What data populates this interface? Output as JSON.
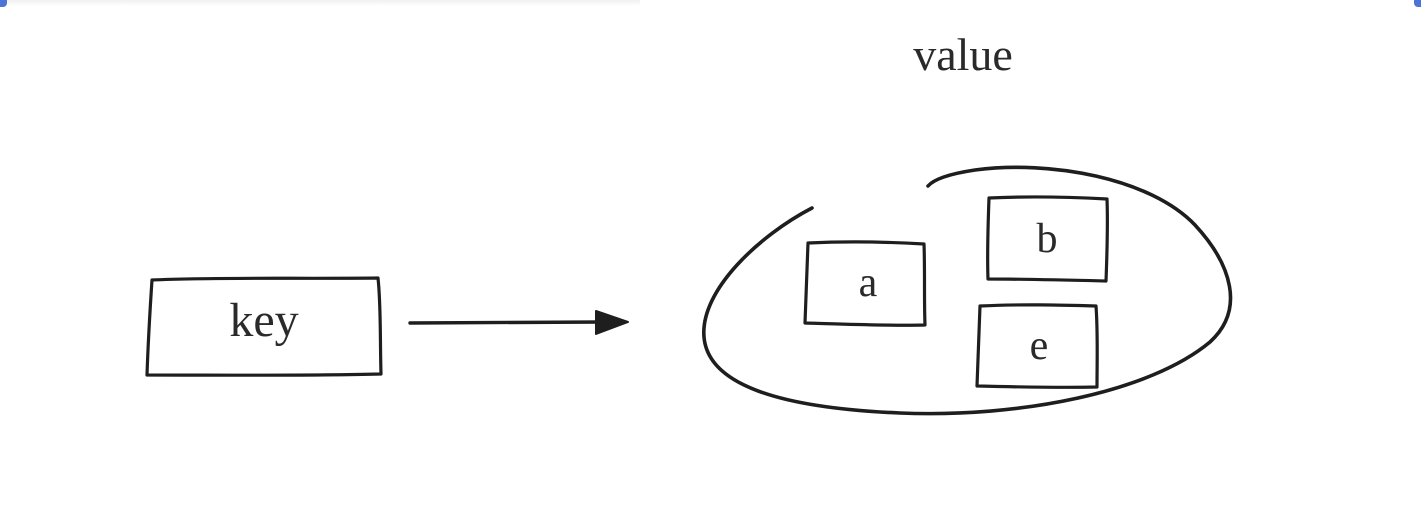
{
  "diagram": {
    "key_label": "key",
    "value_label": "value",
    "set_members": [
      "a",
      "b",
      "e"
    ]
  },
  "colors": {
    "ink": "#1e1e1e",
    "accent": "#4b73d8"
  }
}
